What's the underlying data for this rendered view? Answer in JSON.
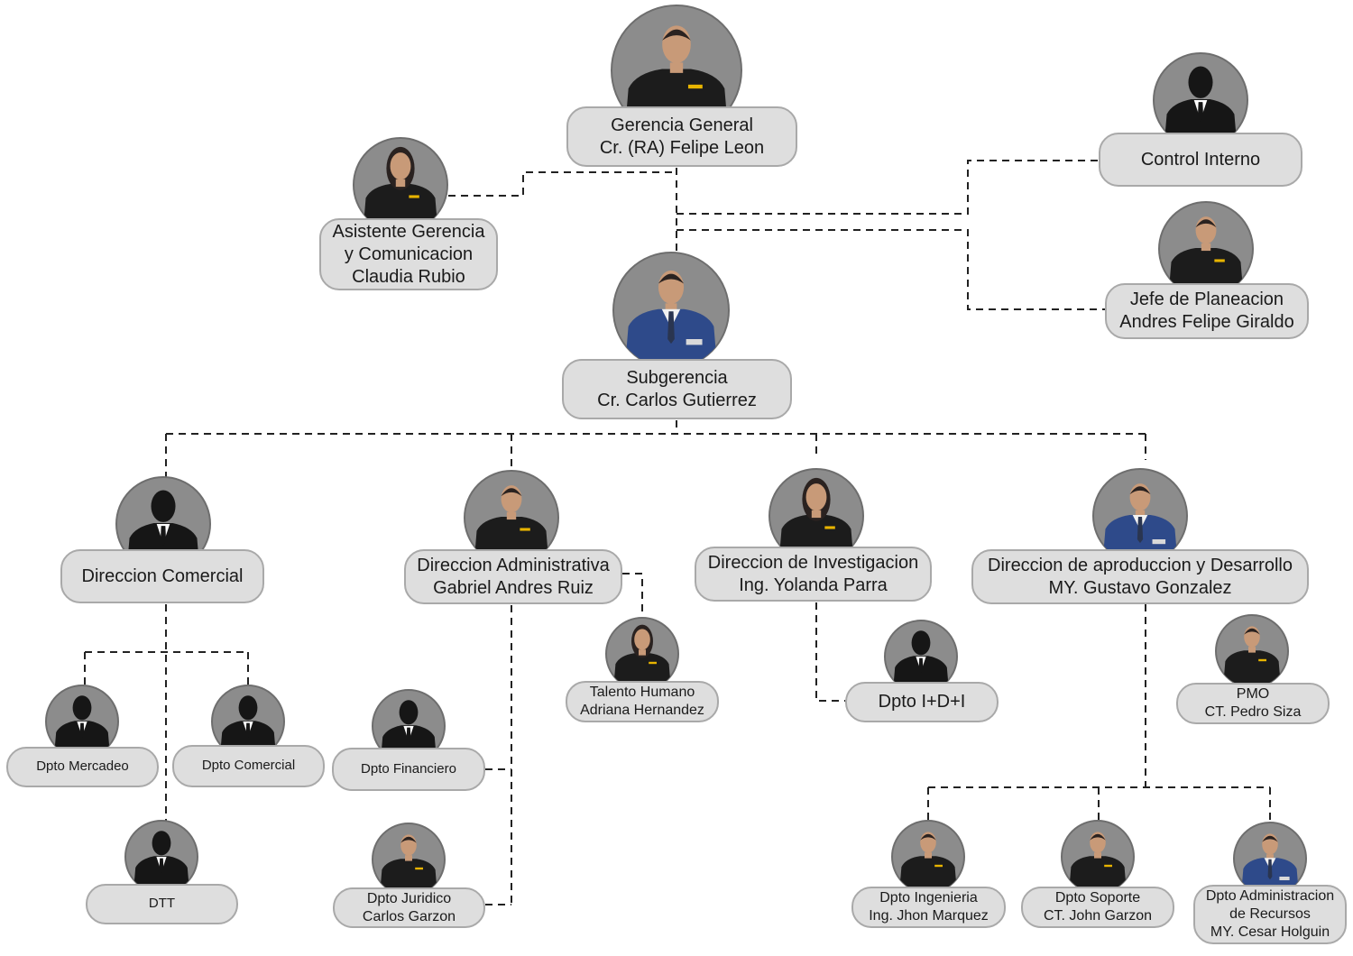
{
  "org_chart": {
    "general_manager": {
      "title": "Gerencia General",
      "name": "Cr. (RA) Felipe Leon"
    },
    "assistant": {
      "title_line1": "Asistente Gerencia",
      "title_line2": "y Comunicacion",
      "name": "Claudia Rubio"
    },
    "internal_control": {
      "title": "Control Interno"
    },
    "planning_head": {
      "title": "Jefe de Planeacion",
      "name": "Andres Felipe Giraldo"
    },
    "deputy_manager": {
      "title": "Subgerencia",
      "name": "Cr. Carlos Gutierrez"
    },
    "commercial_direction": {
      "title": "Direccion Comercial"
    },
    "marketing_dept": {
      "title": "Dpto Mercadeo"
    },
    "commercial_dept": {
      "title": "Dpto Comercial"
    },
    "dtt": {
      "title": "DTT"
    },
    "admin_direction": {
      "title": "Direccion Administrativa",
      "name": "Gabriel Andres Ruiz"
    },
    "financial_dept": {
      "title": "Dpto Financiero"
    },
    "legal_dept": {
      "title": "Dpto Juridico",
      "name": "Carlos Garzon"
    },
    "hr": {
      "title": "Talento Humano",
      "name": "Adriana Hernandez"
    },
    "research_direction": {
      "title": "Direccion de Investigacion",
      "name": "Ing. Yolanda Parra"
    },
    "idi_dept": {
      "title": "Dpto I+D+I"
    },
    "production_direction": {
      "title": "Direccion de aproduccion y Desarrollo",
      "name": "MY. Gustavo Gonzalez"
    },
    "pmo": {
      "title": "PMO",
      "name": "CT. Pedro Siza"
    },
    "engineering_dept": {
      "title": "Dpto Ingenieria",
      "name": "Ing. Jhon Marquez"
    },
    "support_dept": {
      "title": "Dpto Soporte",
      "name": "CT. John Garzon"
    },
    "resources_dept": {
      "title_line1": "Dpto Administracion",
      "title_line2": "de Recursos",
      "name": "MY. Cesar Holguin"
    }
  },
  "colors": {
    "box_fill": "#dedede",
    "box_border": "#a9a9a9",
    "avatar_bg": "#8c8c8c",
    "connector": "#222222",
    "logo_accent": "#e8b400"
  },
  "avatars": {
    "general_manager": "man-black-polo-photo",
    "assistant": "woman-black-polo-photo",
    "internal_control": "silhouette-suit-icon",
    "planning_head": "man-black-polo-photo",
    "deputy_manager": "officer-uniform-photo",
    "commercial_direction": "silhouette-suit-icon",
    "marketing_dept": "silhouette-suit-icon",
    "commercial_dept": "silhouette-suit-icon",
    "dtt": "silhouette-suit-icon",
    "admin_direction": "man-black-polo-photo",
    "financial_dept": "silhouette-suit-icon",
    "legal_dept": "man-black-polo-photo",
    "hr": "woman-black-polo-photo",
    "research_direction": "woman-black-polo-photo",
    "idi_dept": "silhouette-suit-icon",
    "production_direction": "officer-uniform-photo",
    "pmo": "man-black-polo-photo",
    "engineering_dept": "man-black-polo-photo",
    "support_dept": "man-black-polo-photo",
    "resources_dept": "officer-uniform-photo"
  }
}
